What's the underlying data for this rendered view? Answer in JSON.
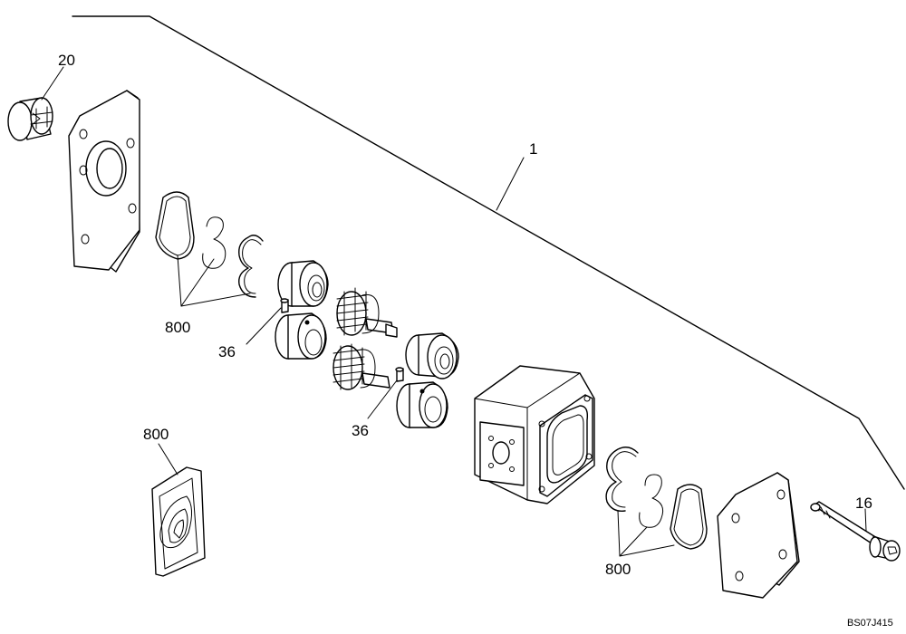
{
  "callouts": {
    "assembly": "1",
    "coupling": "20",
    "seal_kit_top": "800",
    "pin_left": "36",
    "pin_right": "36",
    "seal_kit_bag": "800",
    "seal_kit_bottom": "800",
    "screw": "16"
  },
  "drawing_ref": "BS07J415"
}
